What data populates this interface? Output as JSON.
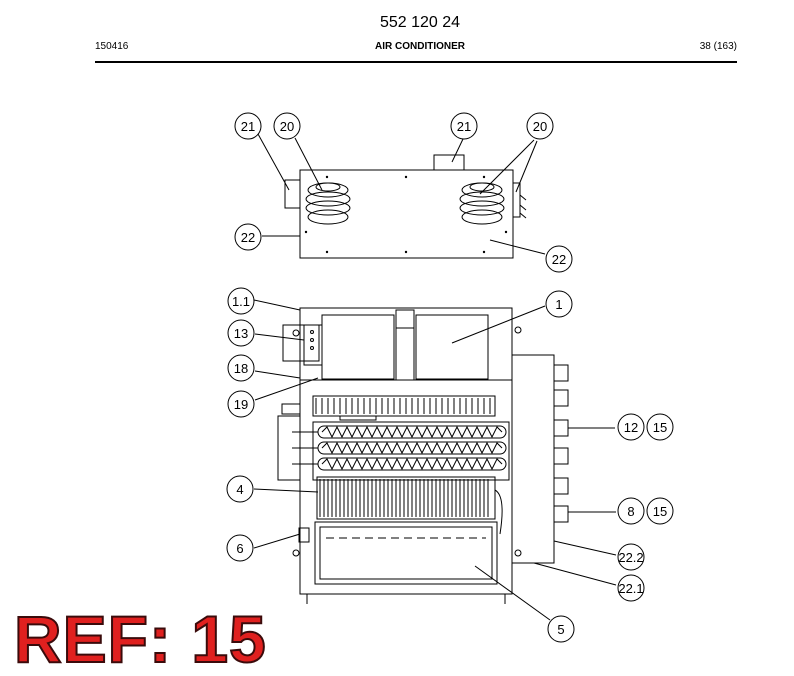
{
  "header": {
    "doc_number": "552 120 24",
    "date_code": "150416",
    "section_title": "AIR CONDITIONER",
    "page": "38 (163)"
  },
  "callouts": [
    {
      "id": "c-21a",
      "label": "21"
    },
    {
      "id": "c-20a",
      "label": "20"
    },
    {
      "id": "c-21b",
      "label": "21"
    },
    {
      "id": "c-20b",
      "label": "20"
    },
    {
      "id": "c-22a",
      "label": "22"
    },
    {
      "id": "c-22b",
      "label": "22"
    },
    {
      "id": "c-1-1",
      "label": "1.1"
    },
    {
      "id": "c-1",
      "label": "1"
    },
    {
      "id": "c-13",
      "label": "13"
    },
    {
      "id": "c-18",
      "label": "18"
    },
    {
      "id": "c-19",
      "label": "19"
    },
    {
      "id": "c-12",
      "label": "12"
    },
    {
      "id": "c-15a",
      "label": "15"
    },
    {
      "id": "c-4",
      "label": "4"
    },
    {
      "id": "c-8",
      "label": "8"
    },
    {
      "id": "c-15b",
      "label": "15"
    },
    {
      "id": "c-6",
      "label": "6"
    },
    {
      "id": "c-22-2",
      "label": "22.2"
    },
    {
      "id": "c-22-1",
      "label": "22.1"
    },
    {
      "id": "c-5",
      "label": "5"
    }
  ],
  "ref_label": "REF: 15"
}
